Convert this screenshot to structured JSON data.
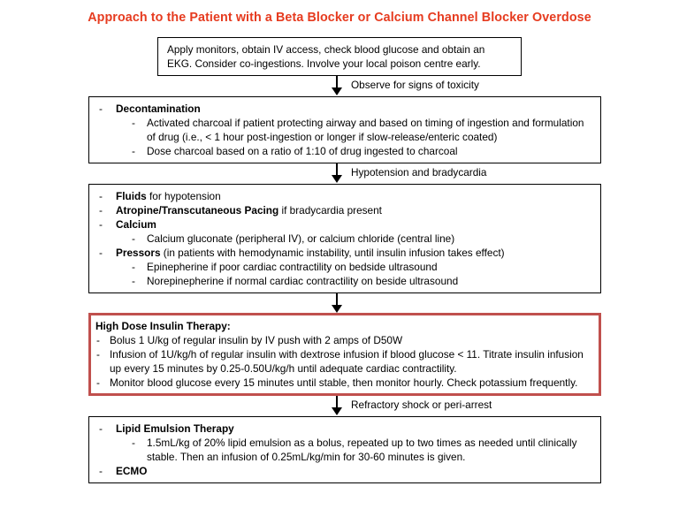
{
  "bullet": "-",
  "title": "Approach to the Patient with a Beta Blocker or Calcium Channel Blocker Overdose",
  "colors": {
    "title_red": "#e63b1f",
    "insulin_box_border": "#c0504d",
    "box_border": "#000000"
  },
  "intro_box": {
    "text": "Apply monitors, obtain IV access, check blood glucose and obtain an EKG. Consider co-ingestions. Involve your local poison centre early."
  },
  "arrows": {
    "observe": "Observe for signs of toxicity",
    "hypotension": "Hypotension and bradycardia",
    "refractory": "Refractory shock or peri-arrest"
  },
  "decontamination": {
    "heading": "Decontamination",
    "items": [
      "Activated charcoal if patient protecting airway and based on timing of ingestion and formulation of drug (i.e., < 1 hour post-ingestion or longer if slow-release/enteric coated)",
      "Dose charcoal based on a ratio of 1:10 of drug ingested to charcoal"
    ]
  },
  "hemodynamic": {
    "fluids_bold": "Fluids",
    "fluids_text": "for hypotension",
    "atropine_bold": "Atropine/Transcutaneous Pacing",
    "atropine_text": "if bradycardia present",
    "calcium_bold": "Calcium",
    "calcium_sub": "Calcium gluconate (peripheral IV), or calcium chloride (central line)",
    "pressors_bold": "Pressors",
    "pressors_text": "(in patients with hemodynamic instability, until insulin infusion takes effect)",
    "pressors_subs": [
      "Epinepherine if poor cardiac contractility on bedside ultrasound",
      "Norepinepherine if normal cardiac contractility on beside ultrasound"
    ]
  },
  "insulin": {
    "heading": "High Dose Insulin Therapy:",
    "items": [
      "Bolus 1 U/kg of regular insulin by IV push with 2 amps of D50W",
      "Infusion of 1U/kg/h of regular insulin with dextrose infusion if blood glucose < 11. Titrate insulin infusion up every 15 minutes by 0.25-0.50U/kg/h until adequate cardiac contractility.",
      "Monitor blood glucose every 15 minutes until stable, then monitor hourly. Check potassium frequently."
    ]
  },
  "lipid": {
    "heading": "Lipid Emulsion Therapy",
    "sub": "1.5mL/kg of 20% lipid emulsion as a bolus, repeated up to two times as needed until clinically stable. Then an infusion of 0.25mL/kg/min for 30-60 minutes is given.",
    "ecmo": "ECMO"
  }
}
